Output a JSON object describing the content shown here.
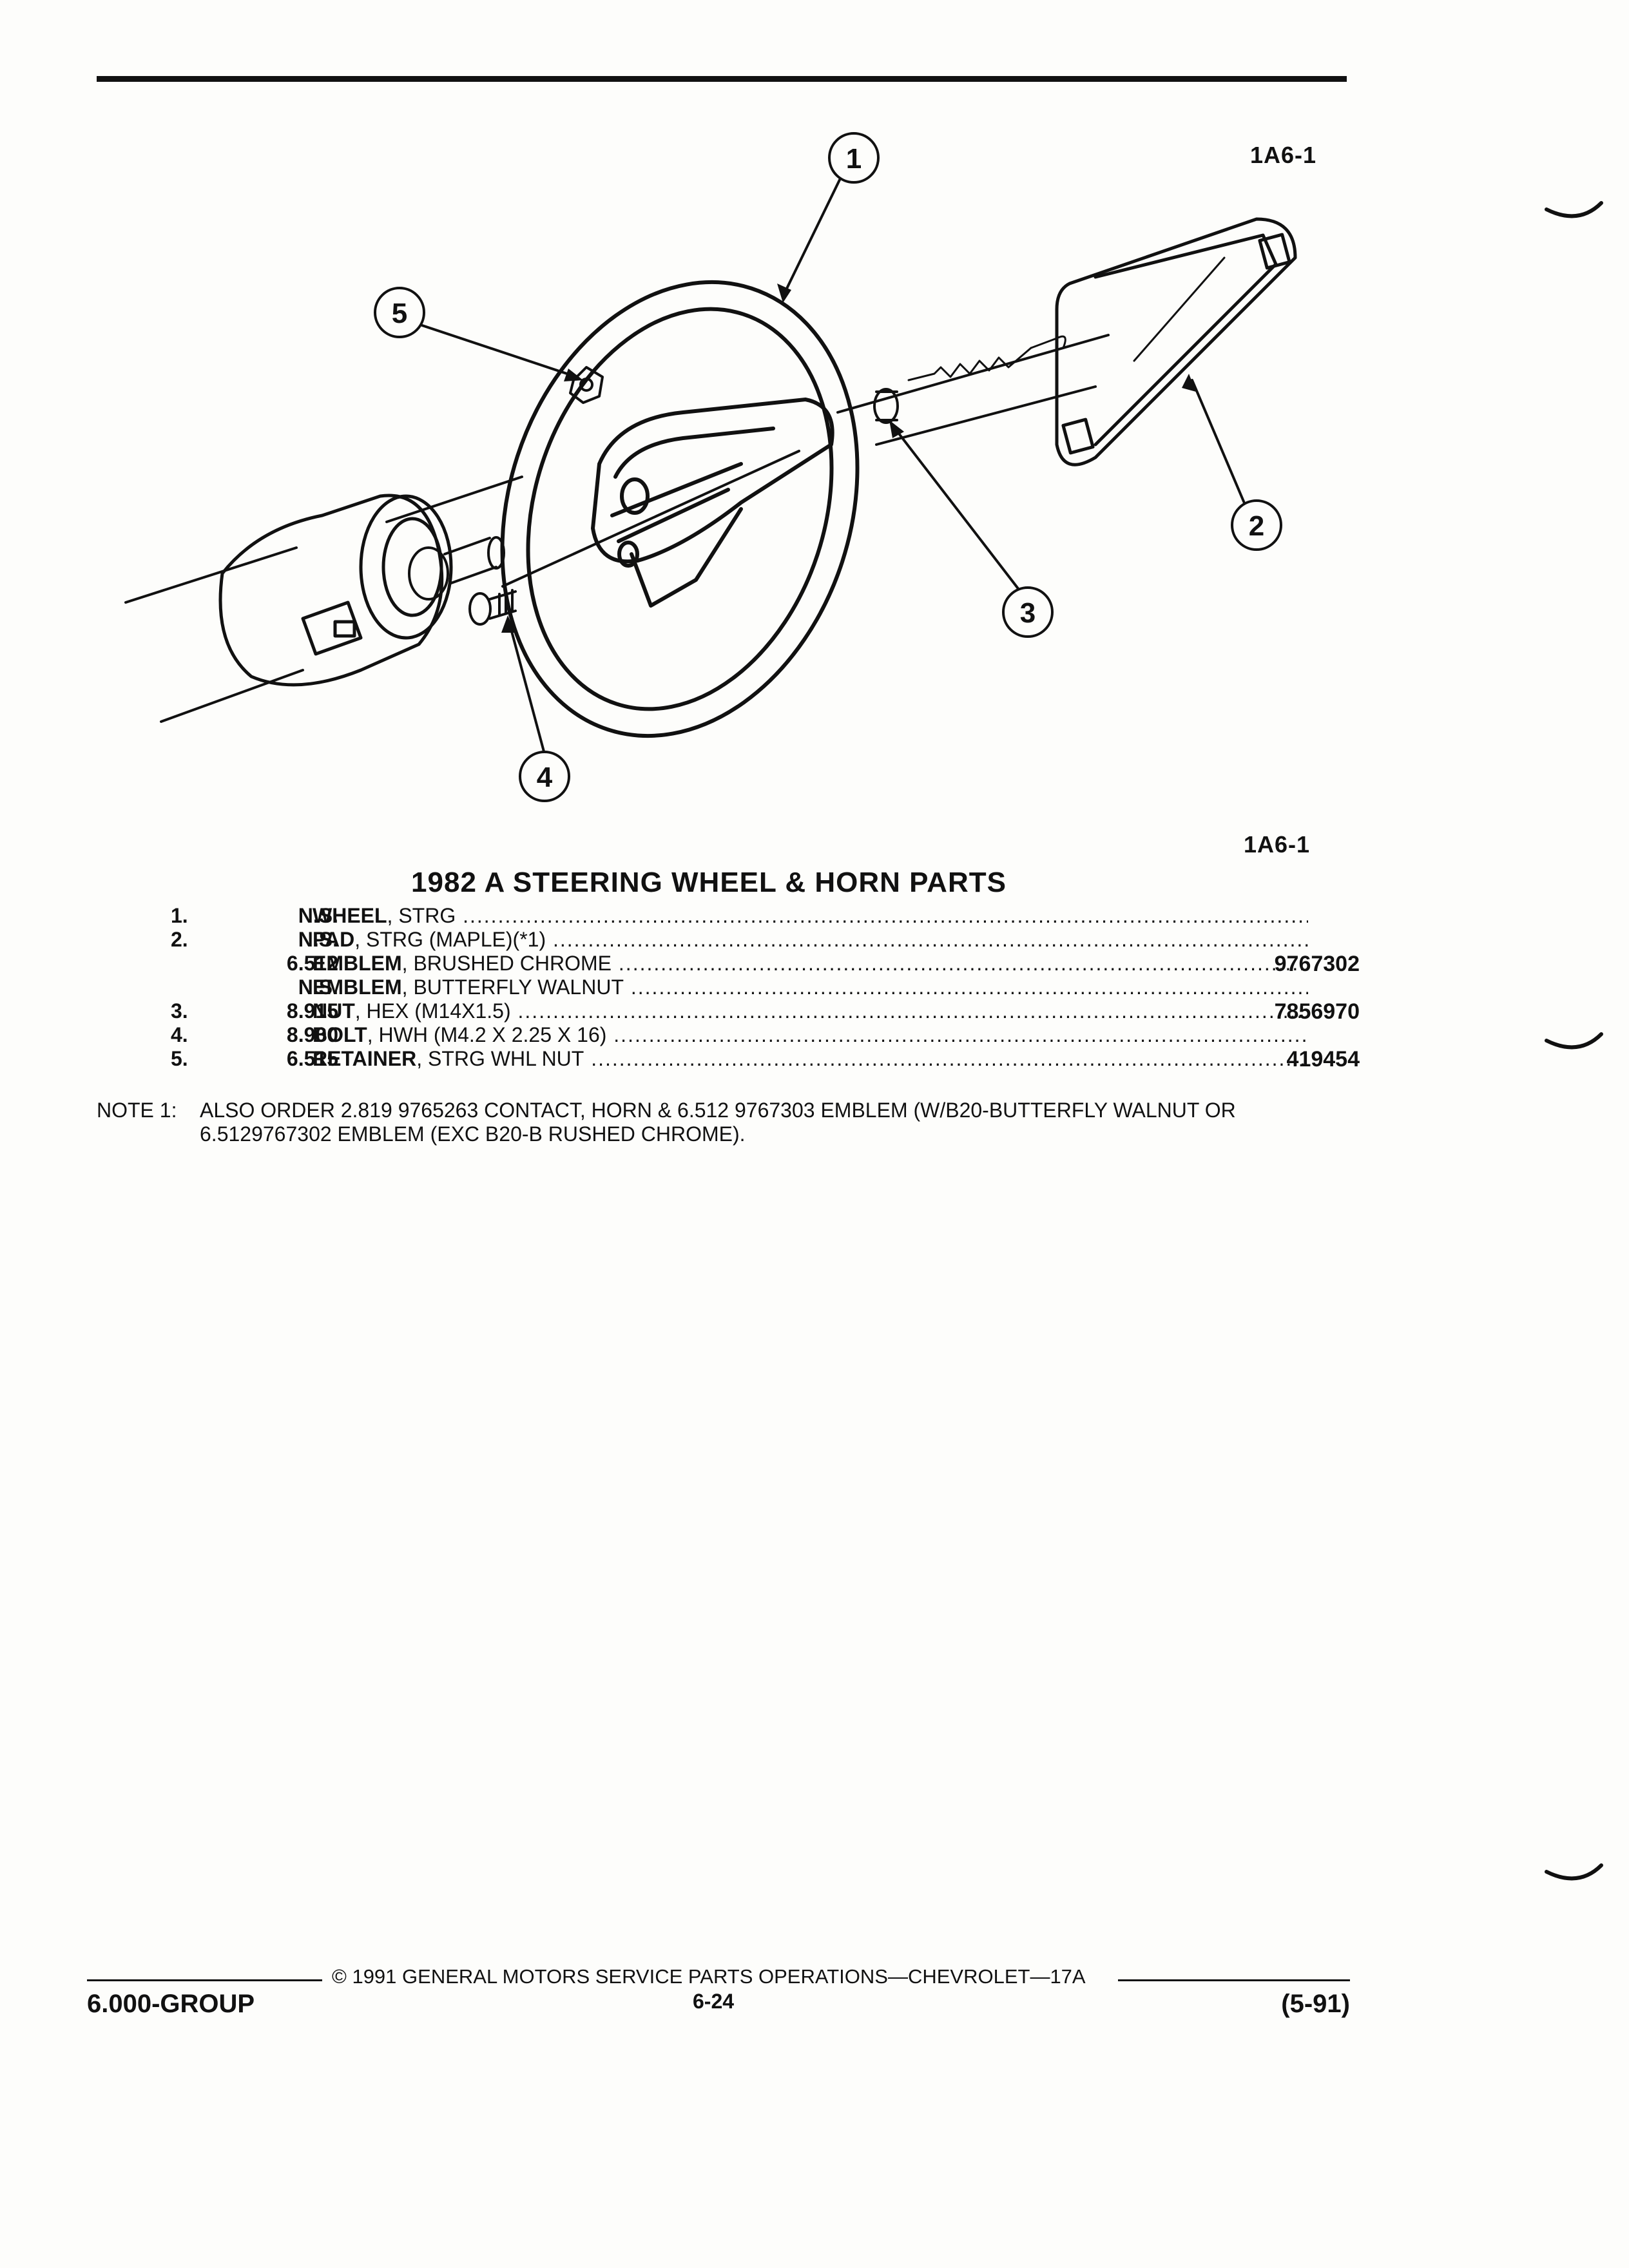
{
  "figure_ref_top": "1A6-1",
  "figure_ref_bottom": "1A6-1",
  "callouts": [
    "1",
    "2",
    "3",
    "4",
    "5"
  ],
  "title": "1982 A STEERING WHEEL & HORN PARTS",
  "parts": [
    {
      "idx": "1.",
      "qty": "N.S.",
      "name": "WHEEL",
      "desc": ", STRG",
      "part": ""
    },
    {
      "idx": "2.",
      "qty": "N.S.",
      "name": "PAD",
      "desc": ", STRG (MAPLE)(*1)",
      "part": ""
    },
    {
      "idx": "",
      "qty": "6.512",
      "name": "EMBLEM",
      "desc": ", BRUSHED CHROME",
      "part": "9767302"
    },
    {
      "idx": "",
      "qty": "N.S.",
      "name": "EMBLEM",
      "desc": ", BUTTERFLY WALNUT",
      "part": ""
    },
    {
      "idx": "3.",
      "qty": "8.915",
      "name": "NUT",
      "desc": ", HEX (M14X1.5)",
      "part": "7856970"
    },
    {
      "idx": "4.",
      "qty": "8.900",
      "name": "BOLT",
      "desc": ", HWH (M4.2 X 2.25 X 16)",
      "part": ""
    },
    {
      "idx": "5.",
      "qty": "6.515",
      "name": "RETAINER",
      "desc": ", STRG WHL NUT",
      "part": "419454"
    }
  ],
  "note": {
    "label": "NOTE  1:",
    "text": "ALSO ORDER 2.819 9765263 CONTACT, HORN & 6.512 9767303 EMBLEM (W/B20-BUTTERFLY WALNUT OR 6.5129767302 EMBLEM (EXC B20-B RUSHED CHROME)."
  },
  "footer": {
    "copyright": "© 1991  GENERAL MOTORS SERVICE PARTS OPERATIONS—CHEVROLET—17A",
    "group": "6.000-GROUP",
    "page": "6-24",
    "date": "(5-91)"
  }
}
